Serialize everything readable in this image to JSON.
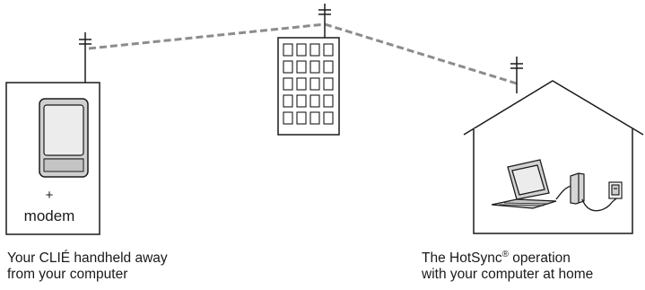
{
  "handheld": {
    "plus": "+",
    "modem_label": "modem"
  },
  "captions": {
    "left_line1": "Your CLIÉ handheld away",
    "left_line2": "from your computer",
    "right_line1_pre": "The HotSync",
    "right_line1_sup": "®",
    "right_line1_post": " operation",
    "right_line2": "with your computer at home"
  },
  "colors": {
    "line": "#1a1a1a",
    "connection": "#8c8c8c",
    "screen": "#e6e6e6",
    "device_body": "#c9c9c9"
  }
}
